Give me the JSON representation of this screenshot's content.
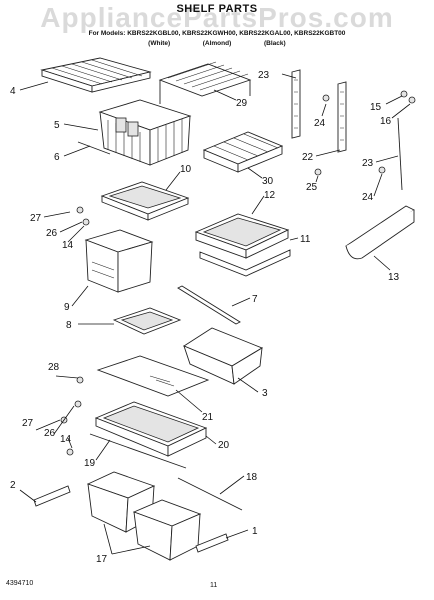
{
  "header": {
    "title": "SHELF PARTS",
    "models": "For Models: KBRS22KGBL00, KBRS22KGWH00, KBRS22KGAL00, KBRS22KGBT00",
    "colors": [
      "(White)",
      "(Almond)",
      "(Black)"
    ],
    "watermark": "AppliancePartsPros.com"
  },
  "footer": {
    "doc_number": "4394710",
    "page": "11"
  },
  "callouts": [
    "1",
    "2",
    "3",
    "4",
    "5",
    "6",
    "7",
    "8",
    "9",
    "10",
    "11",
    "12",
    "13",
    "14",
    "15",
    "16",
    "17",
    "18",
    "19",
    "20",
    "21",
    "22",
    "23",
    "24",
    "25",
    "26",
    "27",
    "28",
    "29",
    "30"
  ],
  "duplicate_callouts": [
    "14",
    "23",
    "24",
    "26",
    "27"
  ]
}
